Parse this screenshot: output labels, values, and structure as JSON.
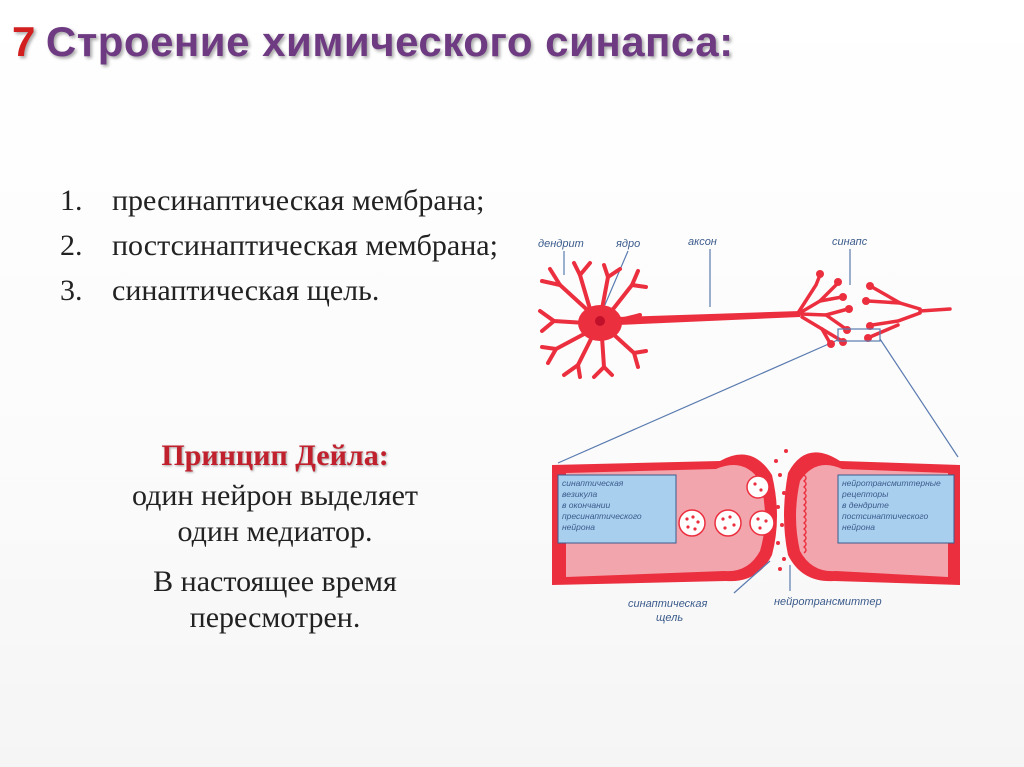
{
  "title": {
    "number": "7",
    "text": "Строение химического синапса:"
  },
  "list": [
    {
      "num": "1.",
      "text": "пресинаптическая мембрана;"
    },
    {
      "num": "2.",
      "text": "постсинаптическая мембрана;"
    },
    {
      "num": "3.",
      "text": "синаптическая щель."
    }
  ],
  "principle": {
    "heading": "Принцип Дейла:",
    "line1": "один нейрон выделяет",
    "line2": "один медиатор.",
    "line3": "В настоящее время",
    "line4": "пересмотрен."
  },
  "diagram": {
    "labels": {
      "dendrite": "дендрит",
      "nucleus": "ядро",
      "axon": "аксон",
      "synapse": "синапс",
      "vesicle_1": "синаптическая",
      "vesicle_2": "везикула",
      "vesicle_3": "в окончании",
      "vesicle_4": "пресинаптического",
      "vesicle_5": "нейрона",
      "receptor_1": "нейротрансмиттерные",
      "receptor_2": "рецепторы",
      "receptor_3": "в дендрите",
      "receptor_4": "постсинаптического",
      "receptor_5": "нейрона",
      "cleft_1": "синаптическая",
      "cleft_2": "щель",
      "transmitter": "нейротрансмиттер"
    },
    "colors": {
      "neuron": "#ec2f3f",
      "membrane": "#f07f8a",
      "label_box": "#a8cfee",
      "label_text": "#3b5b8c",
      "line": "#5a7bb0"
    }
  }
}
